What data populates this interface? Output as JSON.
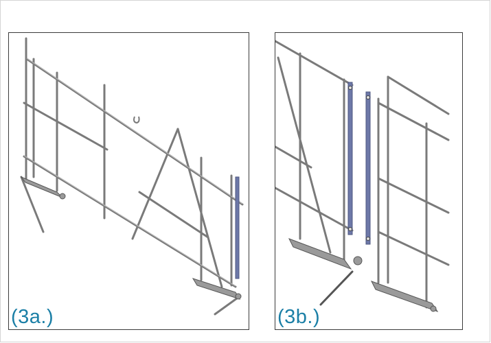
{
  "figure": {
    "panels": [
      {
        "id": "a",
        "caption": "(3a.)"
      },
      {
        "id": "b",
        "caption": "(3b.)"
      }
    ]
  },
  "colors": {
    "caption": "#1b7fa6",
    "rail": "#7a7a7a",
    "rail_highlight": "#bdbdbd",
    "connector": "#6d78a8",
    "foot": "#8a8a8a"
  }
}
